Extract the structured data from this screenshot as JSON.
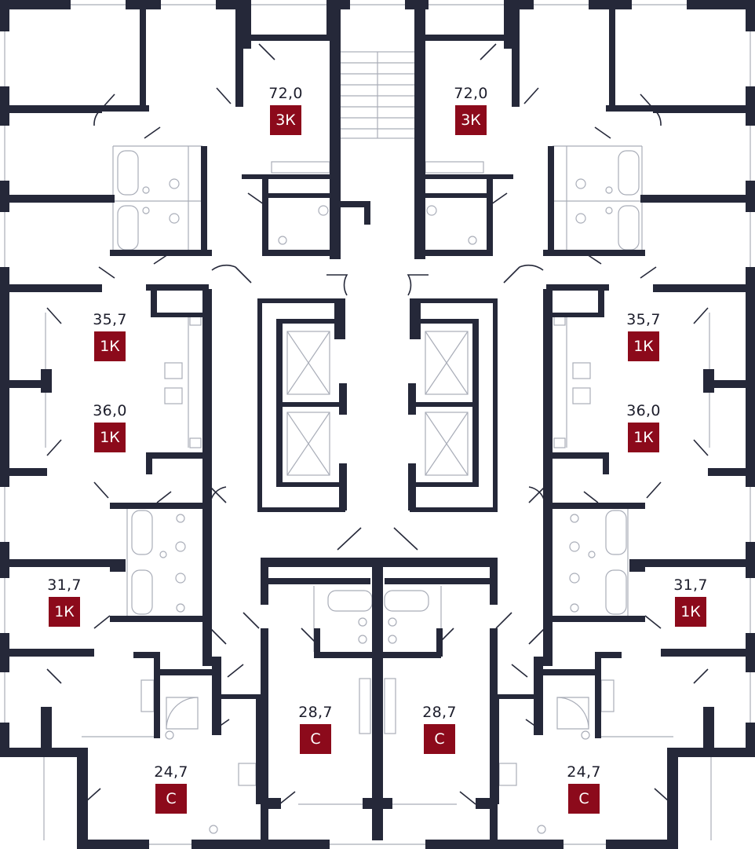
{
  "colors": {
    "wall": "#252839",
    "fixture": "#a9adb8",
    "badge": "#8c0a1b",
    "badge_text": "#ffffff",
    "area_text": "#1c1d2b"
  },
  "apartments": [
    {
      "id": "apt-3k-left",
      "area": "72,0",
      "type": "3К"
    },
    {
      "id": "apt-3k-right",
      "area": "72,0",
      "type": "3К"
    },
    {
      "id": "apt-1k-left-1",
      "area": "35,7",
      "type": "1К"
    },
    {
      "id": "apt-1k-right-1",
      "area": "35,7",
      "type": "1К"
    },
    {
      "id": "apt-1k-left-2",
      "area": "36,0",
      "type": "1К"
    },
    {
      "id": "apt-1k-right-2",
      "area": "36,0",
      "type": "1К"
    },
    {
      "id": "apt-1k-left-3",
      "area": "31,7",
      "type": "1К"
    },
    {
      "id": "apt-1k-right-3",
      "area": "31,7",
      "type": "1К"
    },
    {
      "id": "apt-s-center-left",
      "area": "28,7",
      "type": "С"
    },
    {
      "id": "apt-s-center-right",
      "area": "28,7",
      "type": "С"
    },
    {
      "id": "apt-s-left",
      "area": "24,7",
      "type": "С"
    },
    {
      "id": "apt-s-right",
      "area": "24,7",
      "type": "С"
    }
  ]
}
